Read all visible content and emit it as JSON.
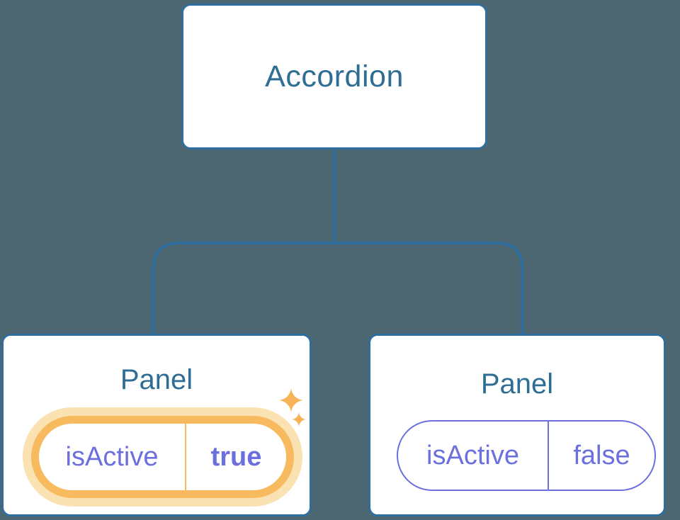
{
  "figure": {
    "type": "component-tree-diagram",
    "root_node": {
      "label": "Accordion"
    },
    "children": [
      {
        "label": "Panel",
        "state": {
          "name": "isActive",
          "value": "true"
        },
        "highlighted": true,
        "icon": "sparkles-icon"
      },
      {
        "label": "Panel",
        "state": {
          "name": "isActive",
          "value": "false"
        },
        "highlighted": false
      }
    ],
    "colors": {
      "background": "#4C6772",
      "node_fill": "#FFFFFF",
      "node_border": "#2E6E9D",
      "node_text": "#2F6E94",
      "connector_line": "#2E6E9D",
      "state_text": "#6B70DE",
      "state_pill_border": "#6B70DE",
      "highlight_border": "#F8BA5E",
      "highlight_glow": "#FBE2B3",
      "sparkle": "#F6B456"
    }
  }
}
